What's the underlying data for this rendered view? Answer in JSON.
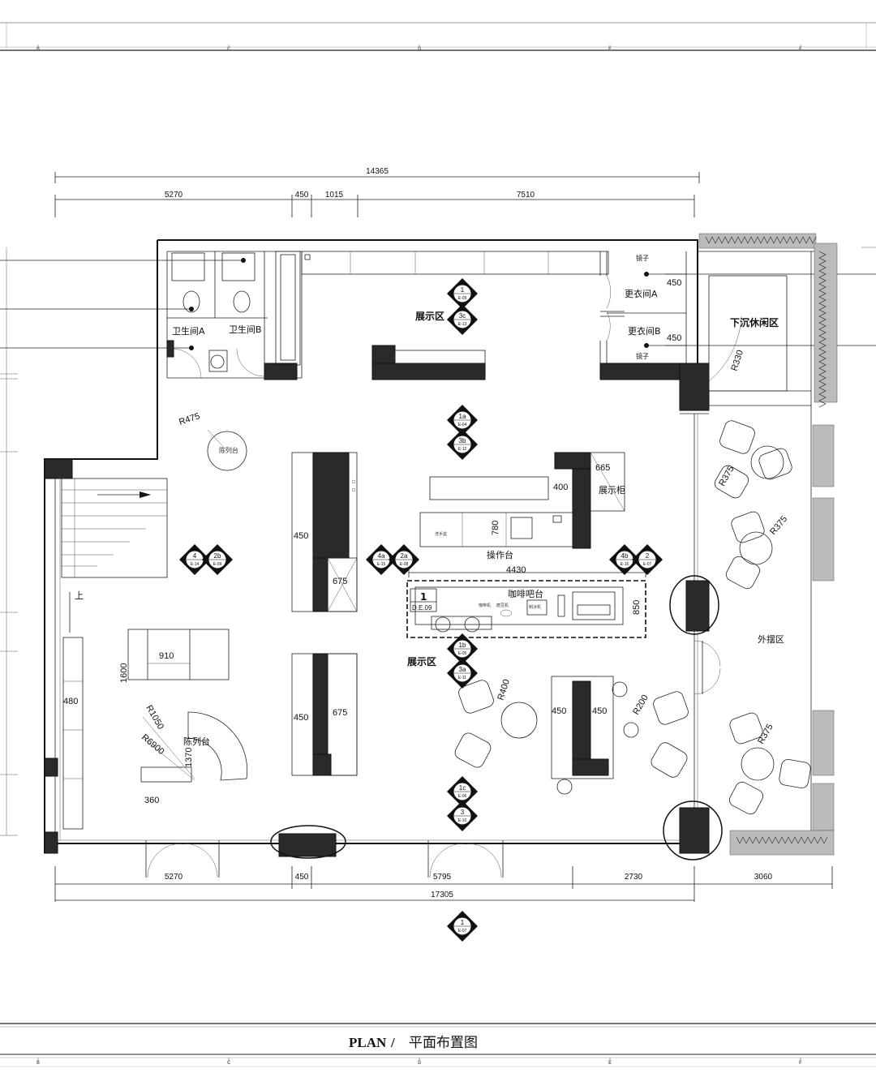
{
  "title": {
    "plan_en": "PLAN",
    "separator": "/",
    "plan_cn": "平面布置图"
  },
  "axis_labels": [
    "B",
    "C",
    "D",
    "E",
    "F"
  ],
  "dimensions_top": {
    "overall": "14365",
    "segments": [
      "5270",
      "450",
      "1015",
      "7510"
    ]
  },
  "dimensions_bottom": {
    "overall": "17305",
    "segments": [
      "5270",
      "450",
      "5795",
      "2730",
      "3060"
    ]
  },
  "rooms": {
    "restroom_a": "卫生间A",
    "restroom_b": "卫生间B",
    "display_top": "展示区",
    "display_center": "展示区",
    "changing_a": "更衣间A",
    "changing_b": "更衣间B",
    "mirror_a": "镜子",
    "mirror_b": "镜子",
    "sunken_lounge": "下沉休闲区",
    "display_cabinet": "展示柜",
    "work_counter": "操作台",
    "coffee_bar": "咖啡吧台",
    "outdoor_area": "外摆区",
    "display_table_left": "陈列台",
    "display_table_round": "陈列台",
    "stair_up": "上"
  },
  "annotations": {
    "r475": "R475",
    "r330": "R330",
    "r375_top": "R375",
    "r375_bottom": "R375",
    "r400": "R400",
    "r200": "R200",
    "r1050": "R1050",
    "r6900": "R6900",
    "d665": "665",
    "d400": "400",
    "d780": "780",
    "d4430": "4430",
    "d850": "850",
    "d450_rack1": "450",
    "d675_rack1": "675",
    "d450_rack2": "450",
    "d675_rack2": "675",
    "d910": "910",
    "d1600": "1600",
    "d480": "480",
    "d360": "360",
    "d1370": "1370",
    "d450_island_l": "450",
    "d450_island_r": "450",
    "d450_changing_a": "450",
    "d450_changing_b": "450",
    "deo_num": "1",
    "deo_text": "D.E.09"
  },
  "section_markers": [
    {
      "top": "1",
      "bottom": "E-09"
    },
    {
      "top": "3c",
      "bottom": "E-13"
    },
    {
      "top": "1a",
      "bottom": "E-04"
    },
    {
      "top": "3b",
      "bottom": "E-12"
    },
    {
      "top": "4",
      "bottom": "E-14"
    },
    {
      "top": "2b",
      "bottom": "E-09"
    },
    {
      "top": "4a",
      "bottom": "E-15"
    },
    {
      "top": "2a",
      "bottom": "E-08"
    },
    {
      "top": "4b",
      "bottom": "E-16"
    },
    {
      "top": "2",
      "bottom": "E-07"
    },
    {
      "top": "1b",
      "bottom": "E-05"
    },
    {
      "top": "3a",
      "bottom": "E-11"
    },
    {
      "top": "1c",
      "bottom": "E-06"
    },
    {
      "top": "3",
      "bottom": "E-10"
    },
    {
      "top": "1",
      "bottom": "E-07"
    }
  ],
  "equipment_labels": {
    "e1": "咖啡机",
    "e2": "磨豆机",
    "e3": "制冰机",
    "e4": "洗手盆"
  }
}
